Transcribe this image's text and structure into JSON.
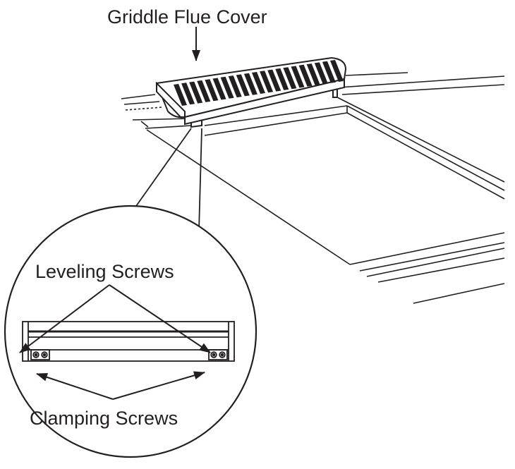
{
  "labels": {
    "flue_cover": "Griddle Flue Cover",
    "leveling_screws": "Leveling Screws",
    "clamping_screws": "Clamping Screws"
  },
  "colors": {
    "ink": "#231f20",
    "background": "#ffffff"
  },
  "icons": {
    "arrow": "arrowhead"
  }
}
